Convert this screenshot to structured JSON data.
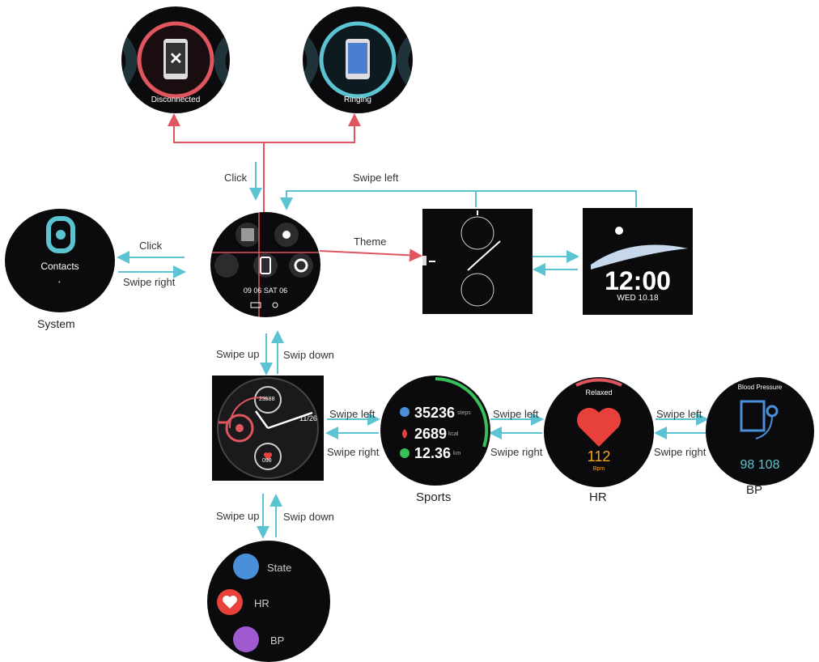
{
  "colors": {
    "cyan": "#5bc3d1",
    "red": "#e0565f",
    "green": "#37c05a",
    "heart": "#e8413c",
    "orange": "#f5a623"
  },
  "top": {
    "disconnected_label": "Disconnected",
    "ringing_label": "Ringing"
  },
  "edges": {
    "click_top": "Click",
    "swipe_left_top": "Swipe left",
    "theme": "Theme",
    "click_left": "Click",
    "swipe_right_left": "Swipe right",
    "swipe_up_1": "Swipe up",
    "swip_down_1": "Swip down",
    "swipe_left_a": "Swipe left",
    "swipe_right_a": "Swipe right",
    "swipe_left_b": "Swipe left",
    "swipe_right_b": "Swipe right",
    "swipe_left_c": "Swipe left",
    "swipe_right_c": "Swipe right",
    "swipe_up_2": "Swipe up",
    "swip_down_2": "Swip down"
  },
  "system": {
    "caption": "System",
    "screen_text": "Contacts"
  },
  "control": {
    "date_text": "09 06 SAT 06"
  },
  "themes": {
    "digital_time": "12:00",
    "digital_date": "WED 10.18"
  },
  "main": {
    "steps_top": "23588",
    "date": "11/26",
    "hr": "098"
  },
  "sports": {
    "caption": "Sports",
    "steps": "35236",
    "steps_unit": "steps",
    "kcal": "2689",
    "kcal_unit": "kcal",
    "km": "12.36",
    "km_unit": "km"
  },
  "hr": {
    "caption": "HR",
    "title": "Relaxed",
    "value": "112",
    "unit": "Bpm"
  },
  "bp": {
    "caption": "BP",
    "title": "Blood Pressure",
    "value": "98 108"
  },
  "menu": {
    "item1": "State",
    "item2": "HR",
    "item3": "BP"
  }
}
